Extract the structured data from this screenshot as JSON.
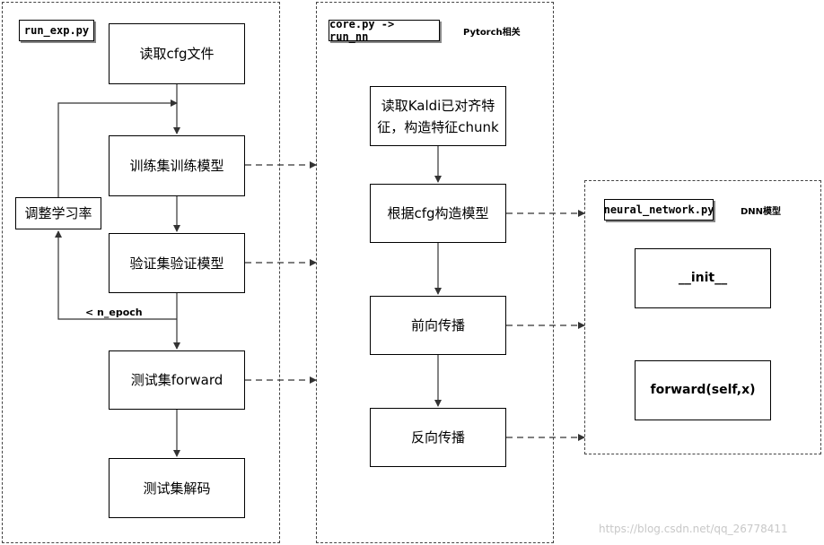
{
  "frames": {
    "left": {
      "label": "run_exp.py"
    },
    "middle": {
      "label": "core.py -> run_nn",
      "note": "Pytorch相关"
    },
    "right": {
      "label": "neural_network.py",
      "note": "DNN模型"
    }
  },
  "left_nodes": {
    "read_cfg": "读取cfg文件",
    "train": "训练集训练模型",
    "adjust_lr": "调整学习率",
    "validate": "验证集验证模型",
    "test_forward": "测试集forward",
    "test_decode": "测试集解码"
  },
  "loop_condition": "< n_epoch",
  "middle_nodes": {
    "read_kaldi_line1": "读取Kaldi已对齐特",
    "read_kaldi_line2": "征，构造特征chunk",
    "build_model": "根据cfg构造模型",
    "forward_prop": "前向传播",
    "backward_prop": "反向传播"
  },
  "right_nodes": {
    "init": "__init__",
    "forward": "forward(self,x)"
  },
  "watermark": "https://blog.csdn.net/qq_26778411"
}
